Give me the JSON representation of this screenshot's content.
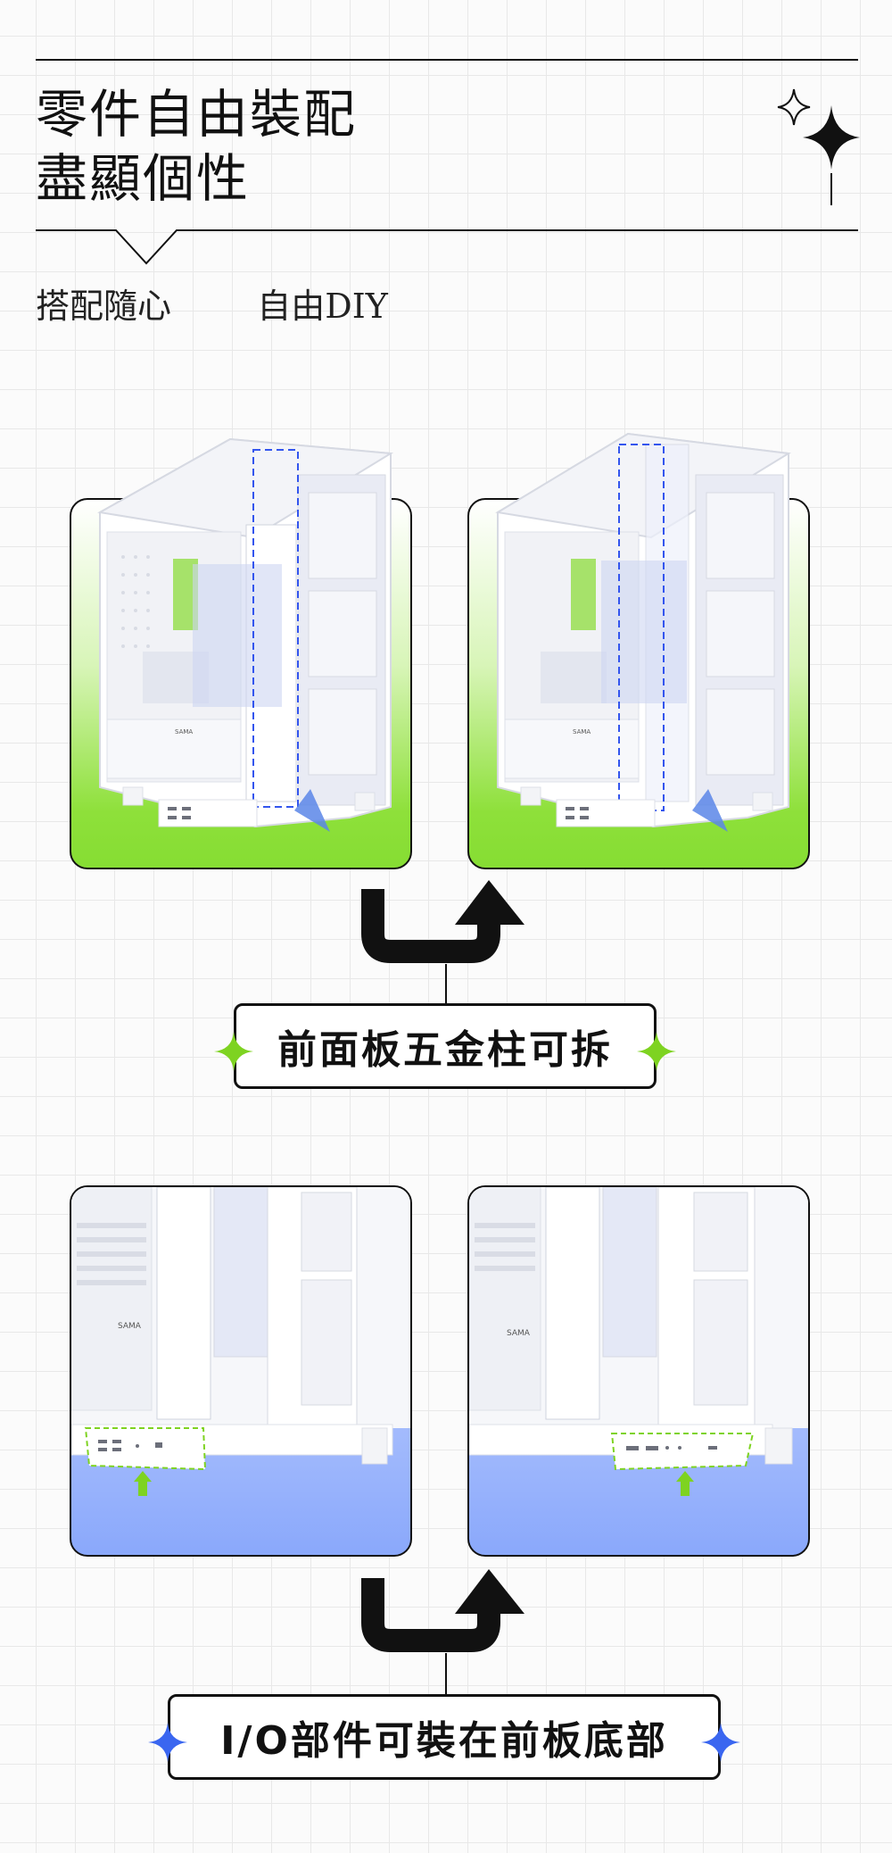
{
  "header": {
    "title_line1": "零件自由裝配",
    "title_line2": "盡顯個性",
    "subtitle": "搭配隨心   自由DIY"
  },
  "sections": [
    {
      "label": "前面板五金柱可拆",
      "accent_color": "#7ed321",
      "panel_background": "green",
      "panels": [
        {
          "case_label": "SAMA"
        },
        {
          "case_label": "SAMA"
        }
      ]
    },
    {
      "label": "I/O部件可裝在前板底部",
      "accent_color": "#3a66f0",
      "panel_background": "blue",
      "panels": [
        {
          "case_label": "SAMA"
        },
        {
          "case_label": "SAMA"
        }
      ]
    }
  ],
  "colors": {
    "green": "#86dd33",
    "blue": "#8aa8fb",
    "highlight_dash_blue": "#3355ee",
    "highlight_dash_green": "#7ed321",
    "ink": "#111111"
  },
  "icons": [
    "sparkle-star-icon",
    "curved-arrow-icon",
    "push-arrow-icon"
  ]
}
